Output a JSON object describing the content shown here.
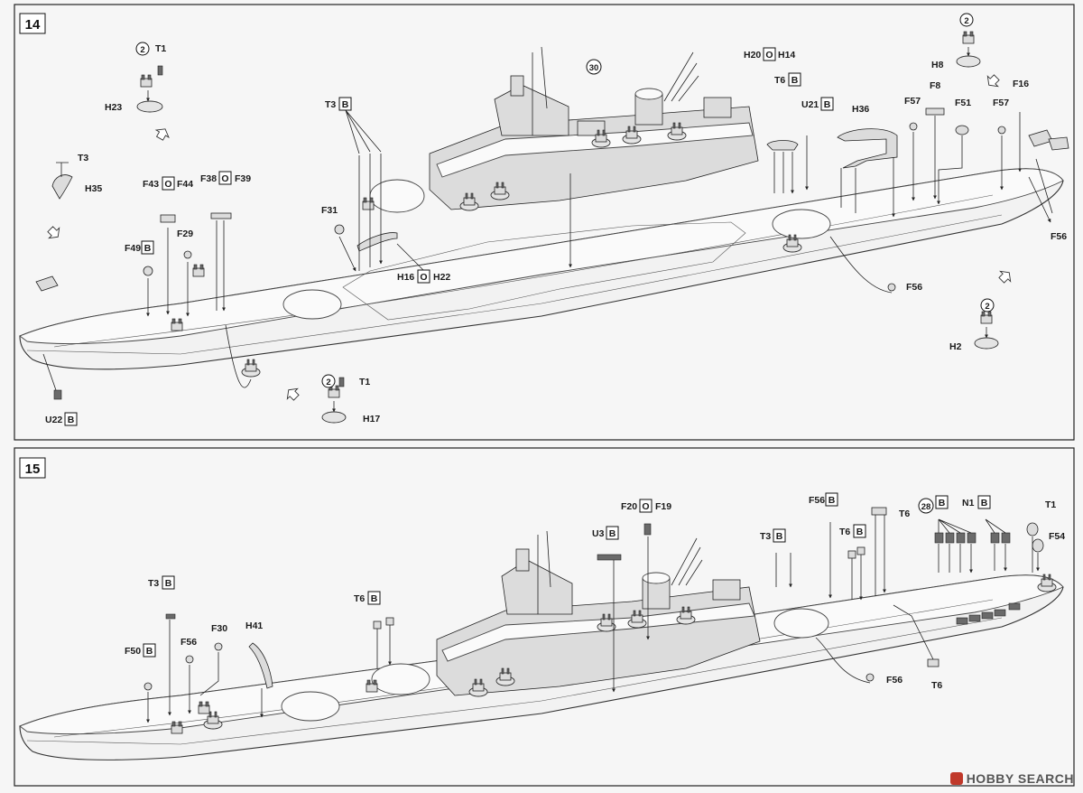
{
  "steps": [
    {
      "number": "14",
      "callouts": [
        {
          "id": "t1a",
          "text": "T1",
          "circle": "2"
        },
        {
          "id": "h23",
          "text": "H23"
        },
        {
          "id": "t3a",
          "text": "T3"
        },
        {
          "id": "h35",
          "text": "H35"
        },
        {
          "id": "f43",
          "text": "F43",
          "sep": "O",
          "text2": "F44"
        },
        {
          "id": "f38",
          "text": "F38",
          "sep": "O",
          "text2": "F39"
        },
        {
          "id": "f31",
          "text": "F31"
        },
        {
          "id": "f49",
          "text": "F49",
          "box": "B"
        },
        {
          "id": "f29",
          "text": "F29"
        },
        {
          "id": "t3b",
          "text": "T3",
          "box": "B"
        },
        {
          "id": "h16",
          "text": "H16",
          "sep": "O",
          "text2": "H22"
        },
        {
          "id": "c30",
          "circle": "30"
        },
        {
          "id": "h20",
          "text": "H20",
          "sep": "O",
          "text2": "H14"
        },
        {
          "id": "t6a",
          "text": "T6",
          "box": "B"
        },
        {
          "id": "u21",
          "text": "U21",
          "box": "B"
        },
        {
          "id": "h36",
          "text": "H36"
        },
        {
          "id": "f57a",
          "text": "F57"
        },
        {
          "id": "f8",
          "text": "F8"
        },
        {
          "id": "f51",
          "text": "F51"
        },
        {
          "id": "f57b",
          "text": "F57"
        },
        {
          "id": "f16",
          "text": "F16"
        },
        {
          "id": "h8",
          "text": "H8",
          "circle": "2"
        },
        {
          "id": "f56a",
          "text": "F56"
        },
        {
          "id": "f56b",
          "text": "F56"
        },
        {
          "id": "h2",
          "text": "H2",
          "circle": "2"
        },
        {
          "id": "u22",
          "text": "U22",
          "box": "B"
        },
        {
          "id": "t1b",
          "text": "T1",
          "circle": "2"
        },
        {
          "id": "h17",
          "text": "H17"
        }
      ]
    },
    {
      "number": "15",
      "callouts": [
        {
          "id": "t3c",
          "text": "T3",
          "box": "B"
        },
        {
          "id": "f50",
          "text": "F50",
          "box": "B"
        },
        {
          "id": "f56c",
          "text": "F56"
        },
        {
          "id": "f30",
          "text": "F30"
        },
        {
          "id": "h41",
          "text": "H41"
        },
        {
          "id": "t6b",
          "text": "T6",
          "box": "B"
        },
        {
          "id": "u3",
          "text": "U3",
          "box": "B"
        },
        {
          "id": "f20",
          "text": "F20",
          "sep": "O",
          "text2": "F19"
        },
        {
          "id": "t3d",
          "text": "T3",
          "box": "B"
        },
        {
          "id": "f56d",
          "text": "F56",
          "box": "B"
        },
        {
          "id": "t6c",
          "text": "T6",
          "box": "B"
        },
        {
          "id": "t6d",
          "text": "T6"
        },
        {
          "id": "c28",
          "circle": "28",
          "box": "B"
        },
        {
          "id": "n1",
          "text": "N1",
          "box": "B"
        },
        {
          "id": "t1c",
          "text": "T1"
        },
        {
          "id": "f54",
          "text": "F54"
        },
        {
          "id": "f56e",
          "text": "F56"
        },
        {
          "id": "t6e",
          "text": "T6"
        }
      ]
    }
  ],
  "watermark": "HOBBY SEARCH",
  "colors": {
    "line": "#222222",
    "paper": "#f6f6f6",
    "watermark_logo": "#c0392b"
  }
}
